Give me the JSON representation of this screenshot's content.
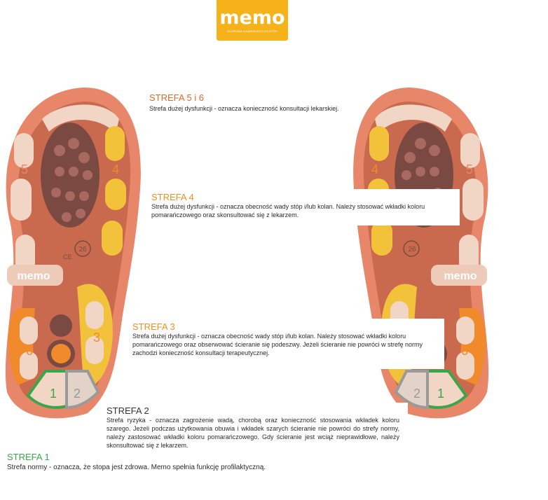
{
  "brand": {
    "logo_word": "memo",
    "logo_tagline": "OCHRONA NAJMNIEJSZYCH STÓP",
    "sole_print": "memo",
    "size_mark": "26",
    "ce_mark": "CE"
  },
  "colors": {
    "logo_bg": "#f6b21a",
    "zone_5_6_title": "#e06a2a",
    "zone_4_title": "#f0901a",
    "zone_3_title": "#f0901a",
    "zone_2_title": "#333333",
    "zone_1_title": "#3aa64a",
    "sole_outer": "#e8866a",
    "sole_inner": "#c96a4e",
    "zone_orange": "#f08a2a",
    "zone_yellow": "#f2c23a",
    "zone_green": "#3aa64a",
    "zone_grey": "#9a9a9a"
  },
  "zones": {
    "z56": {
      "title": "STREFA 5 i 6",
      "desc": "Strefa dużej dysfunkcji - oznacza konieczność konsultacji lekarskiej."
    },
    "z4": {
      "title": "STREFA 4",
      "desc": "Strefa dużej dysfunkcji - oznacza obecność wady stóp i/lub kolan. Należy stosować wkładki koloru pomarańczowego oraz skonsultować się z lekarzem."
    },
    "z3": {
      "title": "STREFA 3",
      "desc": "Strefa dużej dysfunkcji - oznacza obecność wady stóp i/lub kolan. Należy stosować wkładki koloru pomarańczowego oraz obserwować ścieranie się podeszwy. Jeżeli ścieranie nie powróci w strefę normy zachodzi konieczność konsultacji terapeutycznej."
    },
    "z2": {
      "title": "STREFA 2",
      "desc": "Strefa ryzyka - oznacza zagrożenie wadą, chorobą oraz konieczność stosowania wkładek koloru szarego. Jeżeli podczas użytkowania obuwia i wkładek szarych ścieranie nie powróci do strefy normy, należy zastosować wkładki koloru pomarańczowego. Gdy ścieranie jest wciąż nieprawidłowe, należy skonsultować się z lekarzem."
    },
    "z1": {
      "title": "STREFA 1",
      "desc": "Strefa normy - oznacza, że stopa jest zdrowa. Memo spełnia funkcję profilaktyczną."
    }
  },
  "sole_numbers": {
    "n1": "1",
    "n2": "2",
    "n3": "3",
    "n4": "4",
    "n5": "5",
    "n6": "6"
  }
}
